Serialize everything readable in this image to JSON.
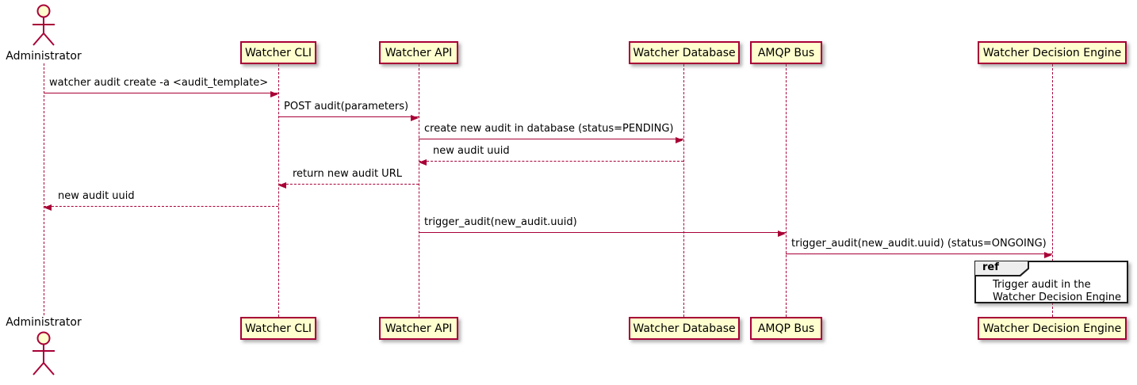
{
  "colors": {
    "line": "#A80036",
    "participant_fill": "#FEFECE",
    "participant_border": "#A80036",
    "text": "#000000",
    "ref_header_fill": "#EEEEEE",
    "ref_border": "#1B1B1B",
    "background": "#FFFFFF"
  },
  "actor": {
    "label": "Administrator"
  },
  "participants": [
    {
      "label": "Watcher CLI"
    },
    {
      "label": "Watcher API"
    },
    {
      "label": "Watcher Database"
    },
    {
      "label": "AMQP Bus"
    },
    {
      "label": "Watcher Decision Engine"
    }
  ],
  "messages": [
    {
      "label": "watcher audit create -a <audit_template>",
      "from": "Administrator",
      "to": "Watcher CLI",
      "line": "solid",
      "direction": "right"
    },
    {
      "label": "POST audit(parameters)",
      "from": "Watcher CLI",
      "to": "Watcher API",
      "line": "solid",
      "direction": "right"
    },
    {
      "label": "create new audit in database (status=PENDING)",
      "from": "Watcher API",
      "to": "Watcher Database",
      "line": "solid",
      "direction": "right"
    },
    {
      "label": "new audit uuid",
      "from": "Watcher Database",
      "to": "Watcher API",
      "line": "dashed",
      "direction": "left"
    },
    {
      "label": "return new audit URL",
      "from": "Watcher API",
      "to": "Watcher CLI",
      "line": "dashed",
      "direction": "left"
    },
    {
      "label": "new audit uuid",
      "from": "Watcher CLI",
      "to": "Administrator",
      "line": "dashed",
      "direction": "left"
    },
    {
      "label": "trigger_audit(new_audit.uuid)",
      "from": "Watcher API",
      "to": "AMQP Bus",
      "line": "solid",
      "direction": "right"
    },
    {
      "label": "trigger_audit(new_audit.uuid) (status=ONGOING)",
      "from": "AMQP Bus",
      "to": "Watcher Decision Engine",
      "line": "solid",
      "direction": "right"
    }
  ],
  "ref": {
    "keyword": "ref",
    "line1": "Trigger audit in the",
    "line2": "Watcher Decision Engine"
  }
}
